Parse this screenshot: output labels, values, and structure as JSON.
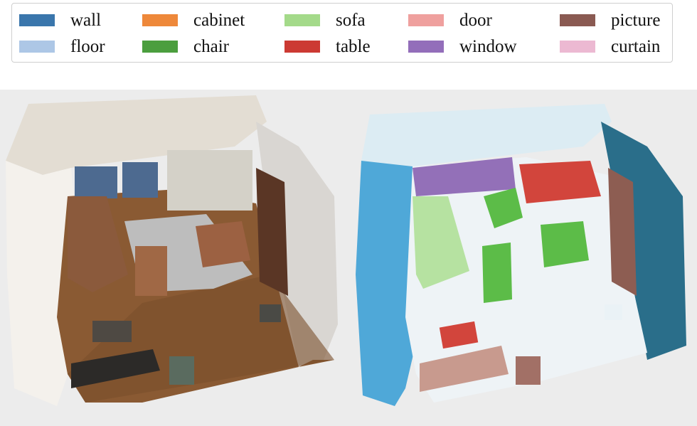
{
  "legend": {
    "items": [
      {
        "label": "wall",
        "color": "#3A76AC"
      },
      {
        "label": "cabinet",
        "color": "#EE883A"
      },
      {
        "label": "sofa",
        "color": "#A4DA8A"
      },
      {
        "label": "door",
        "color": "#EFA09E"
      },
      {
        "label": "picture",
        "color": "#8A5A52"
      },
      {
        "label": "floor",
        "color": "#ADC7E6"
      },
      {
        "label": "chair",
        "color": "#4B9E3E"
      },
      {
        "label": "table",
        "color": "#CC3A33"
      },
      {
        "label": "window",
        "color": "#936EBA"
      },
      {
        "label": "curtain",
        "color": "#ECB9D2"
      }
    ]
  },
  "panels": {
    "left": {
      "description_icon": "rgb-reconstruction-icon"
    },
    "right": {
      "description_icon": "semantic-segmentation-icon"
    }
  }
}
